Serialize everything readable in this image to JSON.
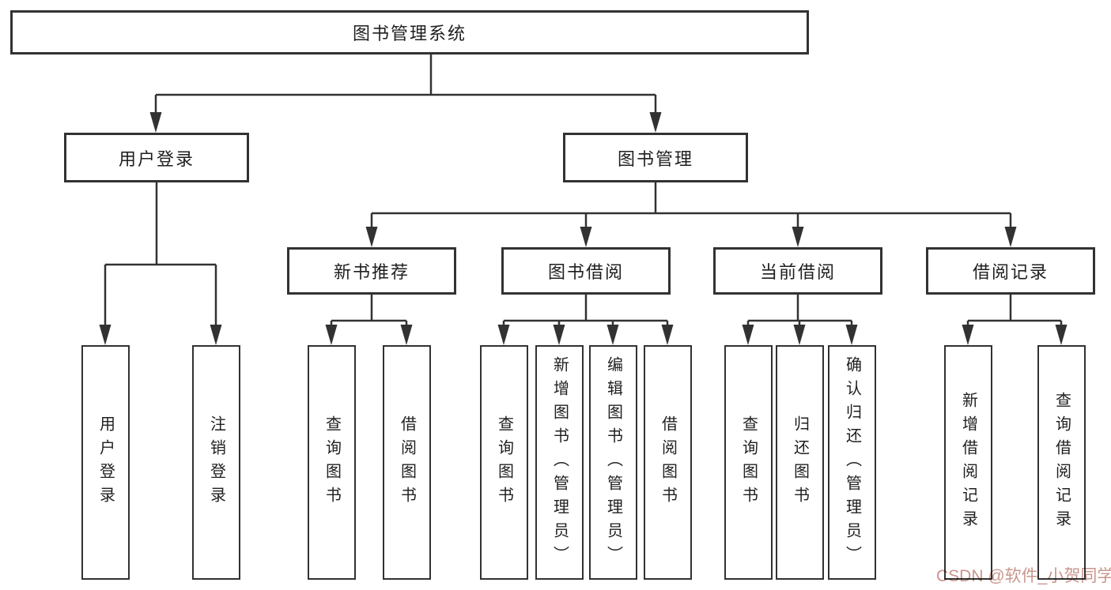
{
  "tree": {
    "label": "图书管理系统",
    "children": [
      {
        "label": "用户登录",
        "children": [
          {
            "label": "用户登录"
          },
          {
            "label": "注销登录"
          }
        ]
      },
      {
        "label": "图书管理",
        "children": [
          {
            "label": "新书推荐",
            "children": [
              {
                "label": "查询图书"
              },
              {
                "label": "借阅图书"
              }
            ]
          },
          {
            "label": "图书借阅",
            "children": [
              {
                "label": "查询图书"
              },
              {
                "label": "新增图书（管理员）"
              },
              {
                "label": "编辑图书（管理员）"
              },
              {
                "label": "借阅图书"
              }
            ]
          },
          {
            "label": "当前借阅",
            "children": [
              {
                "label": "查询图书"
              },
              {
                "label": "归还图书"
              },
              {
                "label": "确认归还（管理员）"
              }
            ]
          },
          {
            "label": "借阅记录",
            "children": [
              {
                "label": "新增借阅记录"
              },
              {
                "label": "查询借阅记录"
              }
            ]
          }
        ]
      }
    ]
  },
  "watermark": {
    "text": "CSDN @软件_小贺同学"
  },
  "colors": {
    "line": "#323232",
    "text": "#1f1f1f",
    "background": "#ffffff",
    "watermark": "#c08378"
  }
}
